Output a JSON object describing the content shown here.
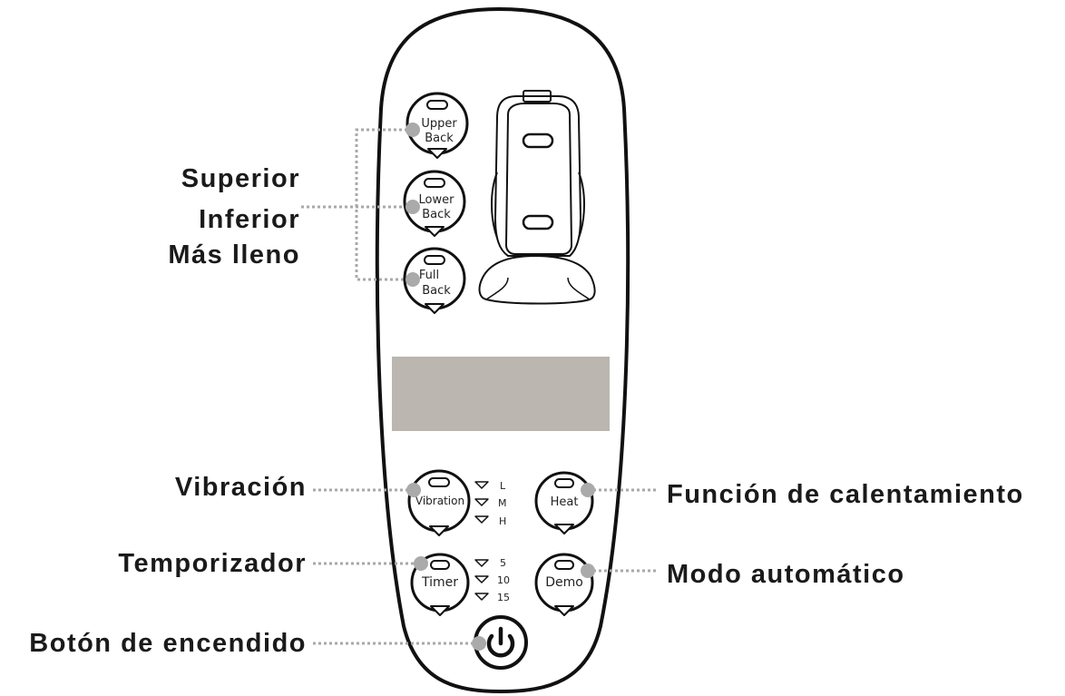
{
  "callouts": {
    "upper": "Superior",
    "lower": "Inferior",
    "full": "Más lleno",
    "vibration": "Vibración",
    "timer": "Temporizador",
    "power": "Botón de encendido",
    "heat": "Función de calentamiento",
    "demo": "Modo automático"
  },
  "buttons": {
    "upper_line1": "Upper",
    "upper_line2": "Back",
    "lower_line1": "Lower",
    "lower_line2": "Back",
    "full_line1": "Full",
    "full_line2": "Back",
    "vibration": "Vibration",
    "heat": "Heat",
    "timer": "Timer",
    "demo": "Demo"
  },
  "vibration_levels": [
    "L",
    "M",
    "H"
  ],
  "timer_minutes": [
    "5",
    "10",
    "15"
  ],
  "colors": {
    "display_panel": "#bbb6b0",
    "leader_line": "#a8a8a8",
    "outline": "#111111"
  }
}
